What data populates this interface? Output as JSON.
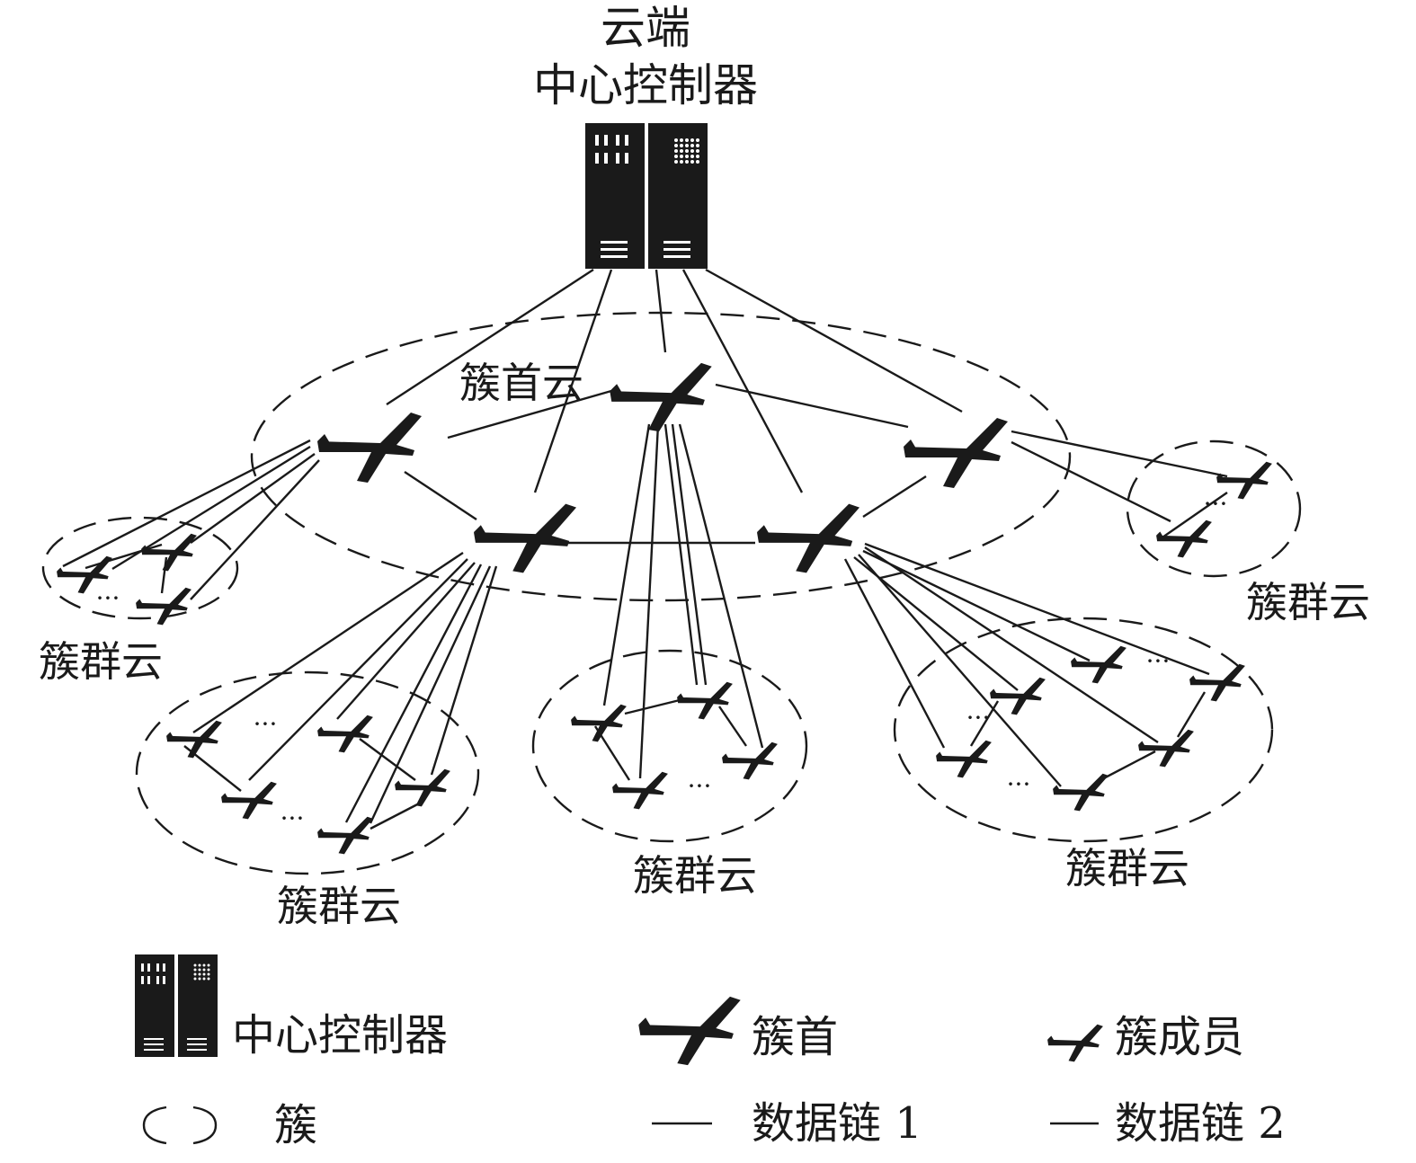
{
  "title_line1": "云端",
  "title_line2": "中心控制器",
  "head_cloud_label": "簇首云",
  "cluster_cloud_label": "簇群云",
  "ellipsis": "···",
  "legend": {
    "controller": "中心控制器",
    "head": "簇首",
    "member": "簇成员",
    "cluster": "簇",
    "link1": "数据链 1",
    "link2": "数据链 2"
  },
  "icons": {
    "controller": "server-rack-icon",
    "head": "uav-large-icon",
    "member": "uav-small-icon",
    "cluster": "dashed-ellipse-icon"
  }
}
